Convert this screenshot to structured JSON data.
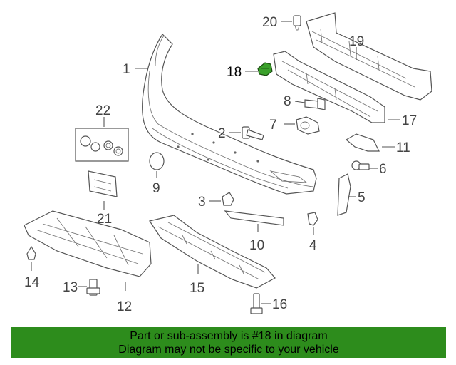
{
  "callouts": {
    "c1": "1",
    "c2": "2",
    "c3": "3",
    "c4": "4",
    "c5": "5",
    "c6": "6",
    "c7": "7",
    "c8": "8",
    "c9": "9",
    "c10": "10",
    "c11": "11",
    "c12": "12",
    "c13": "13",
    "c14": "14",
    "c15": "15",
    "c16": "16",
    "c17": "17",
    "c18": "18",
    "c19": "19",
    "c20": "20",
    "c21": "21",
    "c22": "22"
  },
  "highlight_color": "#2d8c1c",
  "banner": {
    "line1": "Part or sub-assembly is #18 in diagram",
    "line2": "Diagram may not be specific to your vehicle"
  }
}
